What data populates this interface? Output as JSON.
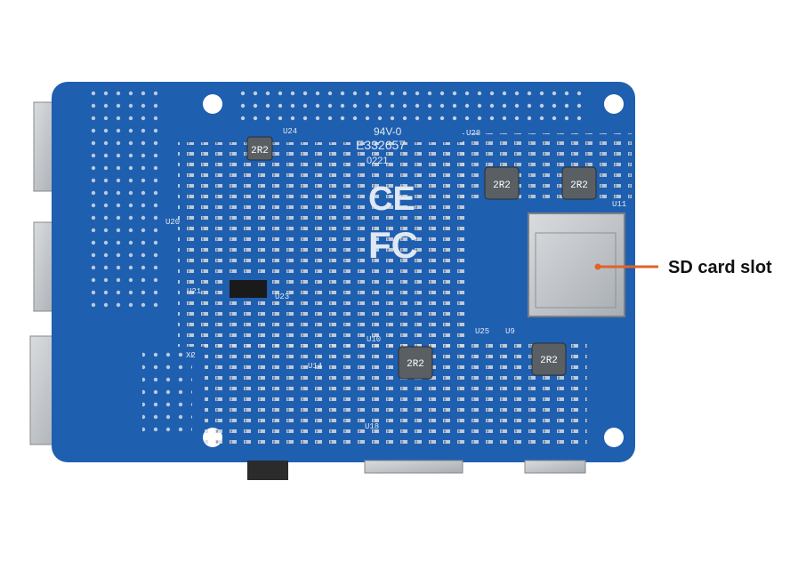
{
  "callout": {
    "label": "SD card slot",
    "line_color": "#e0632a"
  },
  "board": {
    "color": "#1f5fb0",
    "silkscreen": {
      "ul_mark": "94V-0",
      "cert_code": "E332657",
      "date_code": "0221",
      "ce_mark": "CE",
      "fc_mark": "FC",
      "inductor_value": "2R2",
      "designators": [
        "U24",
        "U28",
        "U20",
        "U21",
        "U23",
        "U10",
        "U25",
        "U9",
        "U14",
        "U18",
        "X2",
        "U11"
      ]
    }
  }
}
